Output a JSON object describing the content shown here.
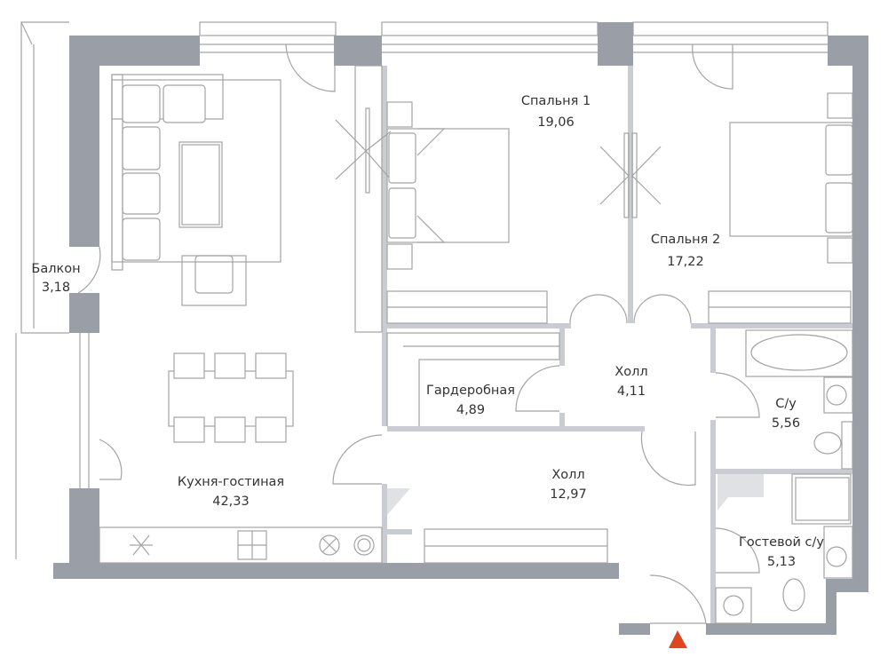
{
  "plan": {
    "rooms": [
      {
        "name": "Спальня 1",
        "area": "19,06"
      },
      {
        "name": "Спальня 2",
        "area": "17,22"
      },
      {
        "name": "Балкон",
        "area": "3,18"
      },
      {
        "name": "Гардеробная",
        "area": "4,89"
      },
      {
        "name": "Холл",
        "area": "4,11"
      },
      {
        "name": "С/у",
        "area": "5,56"
      },
      {
        "name": "Кухня-гостиная",
        "area": "42,33"
      },
      {
        "name": "Холл",
        "area": "12,97"
      },
      {
        "name": "Гостевой с/у",
        "area": "5,13"
      }
    ],
    "colors": {
      "wall": "#9a9ea6",
      "partition": "#c9cdd3",
      "entrance_marker": "#e0461e"
    },
    "entrance_icon": "triangle-up-icon"
  }
}
